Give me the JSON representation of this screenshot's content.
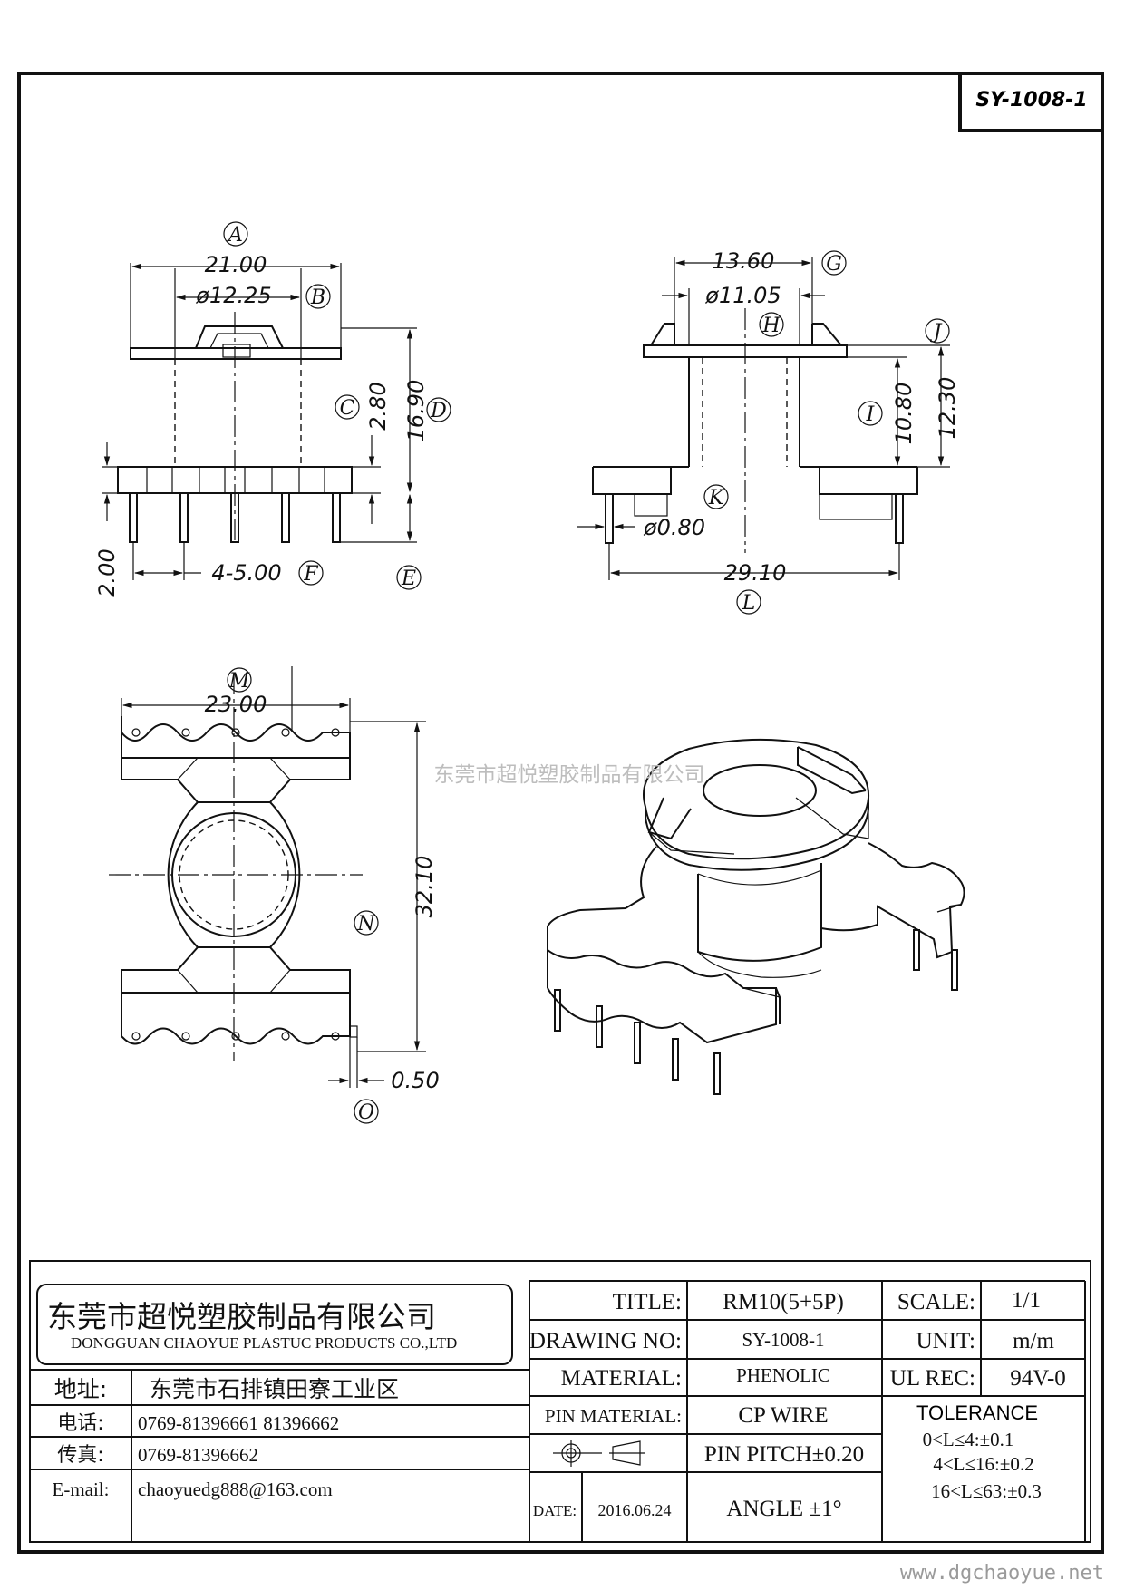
{
  "drawing_number_box": "SY-1008-1",
  "watermark": "东莞市超悦塑胶制品有限公司",
  "footer_url": "www.dgchaoyue.net",
  "dimensions": {
    "A": "21.00",
    "B": "ø12.25",
    "C": "2.80",
    "D": "16.90",
    "E": "2.00",
    "F": "4-5.00",
    "G": "13.60",
    "H": "ø11.05",
    "I": "10.80",
    "J": "12.30",
    "K": "ø0.80",
    "L": "29.10",
    "M": "23.00",
    "N": "32.10",
    "O": "0.50"
  },
  "labels": [
    "A",
    "B",
    "C",
    "D",
    "E",
    "F",
    "G",
    "H",
    "I",
    "J",
    "K",
    "L",
    "M",
    "N",
    "O"
  ],
  "company": {
    "name_cn": "东莞市超悦塑胶制品有限公司",
    "name_en": "DONGGUAN CHAOYUE PLASTUC PRODUCTS CO.,LTD",
    "address_label": "地址:",
    "address": "东莞市石排镇田寮工业区",
    "phone_label": "电话:",
    "phone": "0769-81396661   81396662",
    "fax_label": "传真:",
    "fax": "0769-81396662",
    "email_label": "E-mail:",
    "email": "chaoyuedg888@163.com"
  },
  "title_block": {
    "title_label": "TITLE:",
    "title_value": "RM10(5+5P)",
    "drawing_no_label": "DRAWING NO:",
    "drawing_no_value": "SY-1008-1",
    "material_label": "MATERIAL:",
    "material_value": "PHENOLIC",
    "pin_material_label": "PIN MATERIAL:",
    "pin_material_value": "CP WIRE",
    "pin_pitch": "PIN PITCH±0.20",
    "date_label": "DATE:",
    "date_value": "2016.06.24",
    "angle": "ANGLE  ±1°",
    "scale_label": "SCALE:",
    "scale_value": "1/1",
    "unit_label": "UNIT:",
    "unit_value": "m/m",
    "ul_rec_label": "UL REC:",
    "ul_rec_value": "94V-0",
    "tolerance_label": "TOLERANCE",
    "tolerance_1": "0<L≤4:±0.1",
    "tolerance_2": "4<L≤16:±0.2",
    "tolerance_3": "16<L≤63:±0.3"
  }
}
